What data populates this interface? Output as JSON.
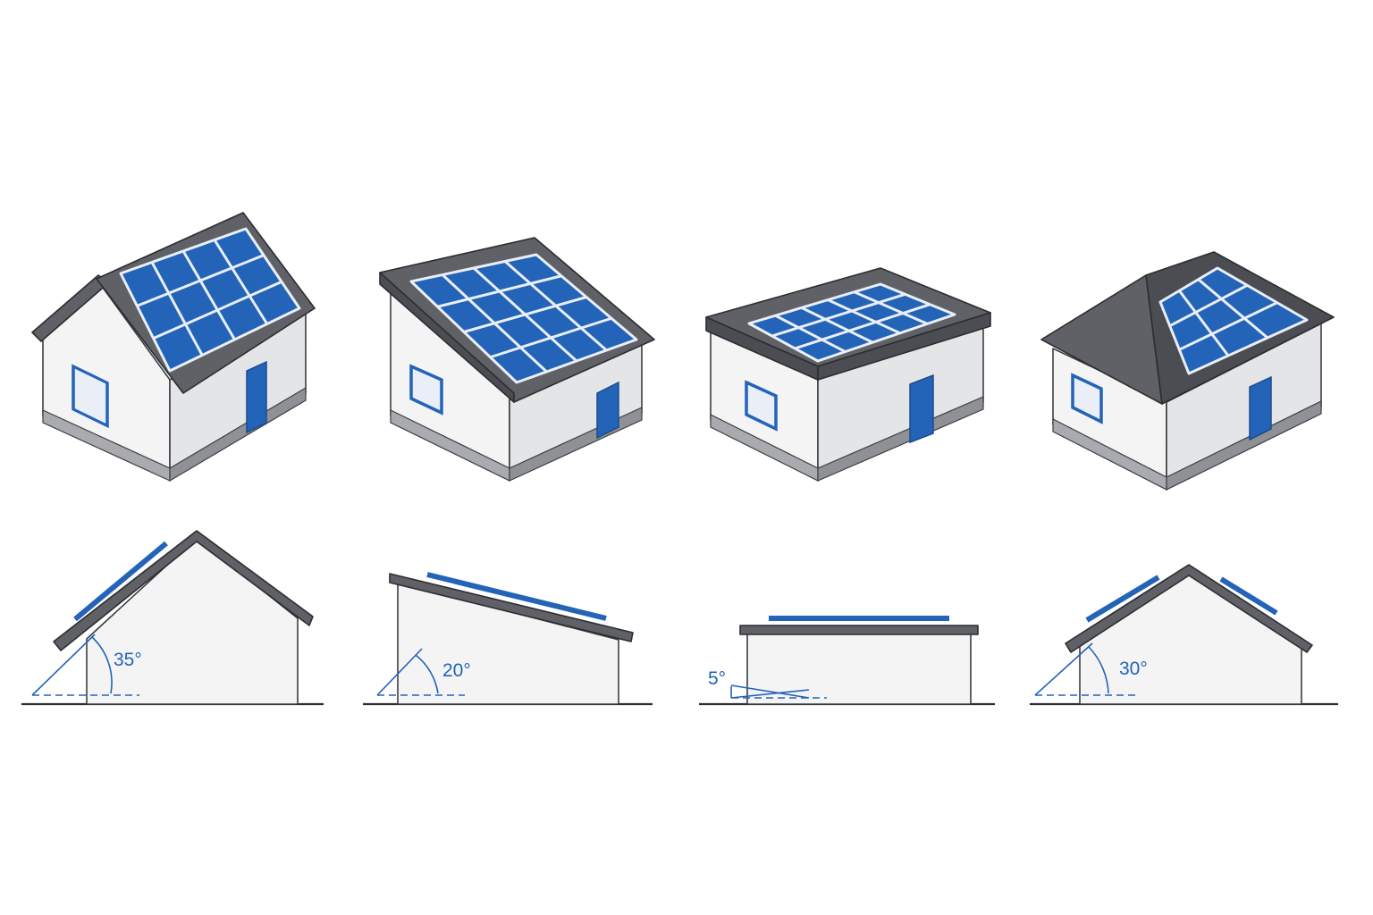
{
  "colors": {
    "wall_front": "#f4f4f5",
    "wall_side": "#e4e5e7",
    "outline": "#3b3e44",
    "roof": "#5f6166",
    "roof_dark": "#4b4d52",
    "base": "#a9abaf",
    "panel": "#2363b8",
    "panel_grid": "#e9eef7",
    "accent": "#2363b8",
    "ground": "#2b2d31"
  },
  "houses": [
    {
      "roof_type": "gable",
      "panel_grid": "3x4",
      "angle_label": "35°",
      "angle_deg": 35
    },
    {
      "roof_type": "shed",
      "panel_grid": "4x4",
      "angle_label": "20°",
      "angle_deg": 20
    },
    {
      "roof_type": "flat",
      "panel_grid": "3x5",
      "angle_label": "5°",
      "angle_deg": 5
    },
    {
      "roof_type": "hip",
      "panel_grid": "3x3",
      "angle_label": "30°",
      "angle_deg": 30
    }
  ],
  "icons": {
    "window": "window-icon",
    "door": "door-icon",
    "solar_panel": "solar-panel-icon"
  }
}
